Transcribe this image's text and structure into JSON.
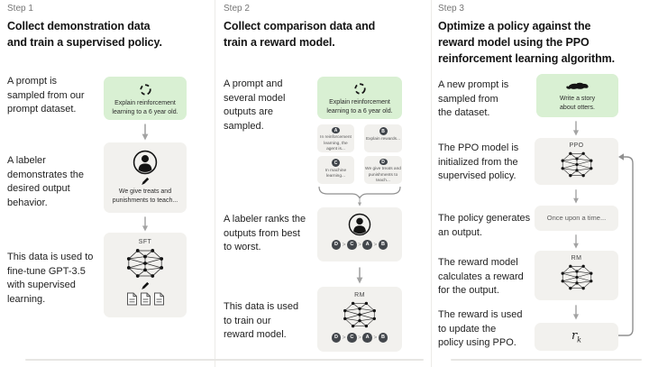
{
  "step1": {
    "label": "Step 1",
    "heading": "Collect demonstration data\nand train a supervised policy.",
    "caption_prompt": "A prompt is\nsampled from our\nprompt dataset.",
    "caption_labeler": "A labeler\ndemonstrates the\ndesired output\nbehavior.",
    "caption_finetune": "This data is used to\nfine-tune GPT-3.5\nwith supervised\nlearning.",
    "prompt_box_text": "Explain reinforcement\nlearning to a 6 year old.",
    "demo_box_text": "We give treats and\npunishments to teach...",
    "sft_label": "SFT"
  },
  "step2": {
    "label": "Step 2",
    "heading": "Collect comparison data and\ntrain a reward model.",
    "caption_sampled": "A prompt and\nseveral model\noutputs are\nsampled.",
    "caption_rank": "A labeler ranks the\noutputs from best\nto worst.",
    "caption_train": "This data is used\nto train our\nreward model.",
    "prompt_box_text": "Explain reinforcement\nlearning to a 6 year old.",
    "outputs": [
      {
        "letter": "A",
        "text": "In reinforcement\nlearning, the\nagent is..."
      },
      {
        "letter": "B",
        "text": "Explain rewards..."
      },
      {
        "letter": "C",
        "text": "In machine\nlearning..."
      },
      {
        "letter": "D",
        "text": "We give treats and\npunishments to\nteach..."
      }
    ],
    "ranking": [
      "D",
      "C",
      "A",
      "B"
    ],
    "rank_separator": ">",
    "rm_label": "RM"
  },
  "step3": {
    "label": "Step 3",
    "heading": "Optimize a policy against the\nreward model using the PPO\nreinforcement learning algorithm.",
    "caption_new_prompt": "A new prompt is\nsampled from\nthe dataset.",
    "caption_init": "The PPO model is\ninitialized from the\nsupervised policy.",
    "caption_generates": "The policy generates\nan output.",
    "caption_reward": "The reward model\ncalculates a reward\nfor the output.",
    "caption_update": "The reward is used\nto update the\npolicy using PPO.",
    "prompt_box_text": "Write a story\nabout otters.",
    "ppo_label": "PPO",
    "output_box_text": "Once upon a time...",
    "rm_label": "RM",
    "reward_base": "r",
    "reward_sub": "k"
  },
  "icons": {
    "prompt_source": "cycle-icon",
    "labeler": "person-icon",
    "annotation": "pen-icon",
    "demonstrations": "documents-icon",
    "model": "neural-network-icon",
    "otter_prompt": "otter-icon",
    "flow": "arrow-down-icon"
  },
  "colors": {
    "prompt_box_green": "#d9f0d3",
    "model_box_gray": "#f2f1ee",
    "rank_chip": "#43474c",
    "divider": "#ecebe8"
  }
}
